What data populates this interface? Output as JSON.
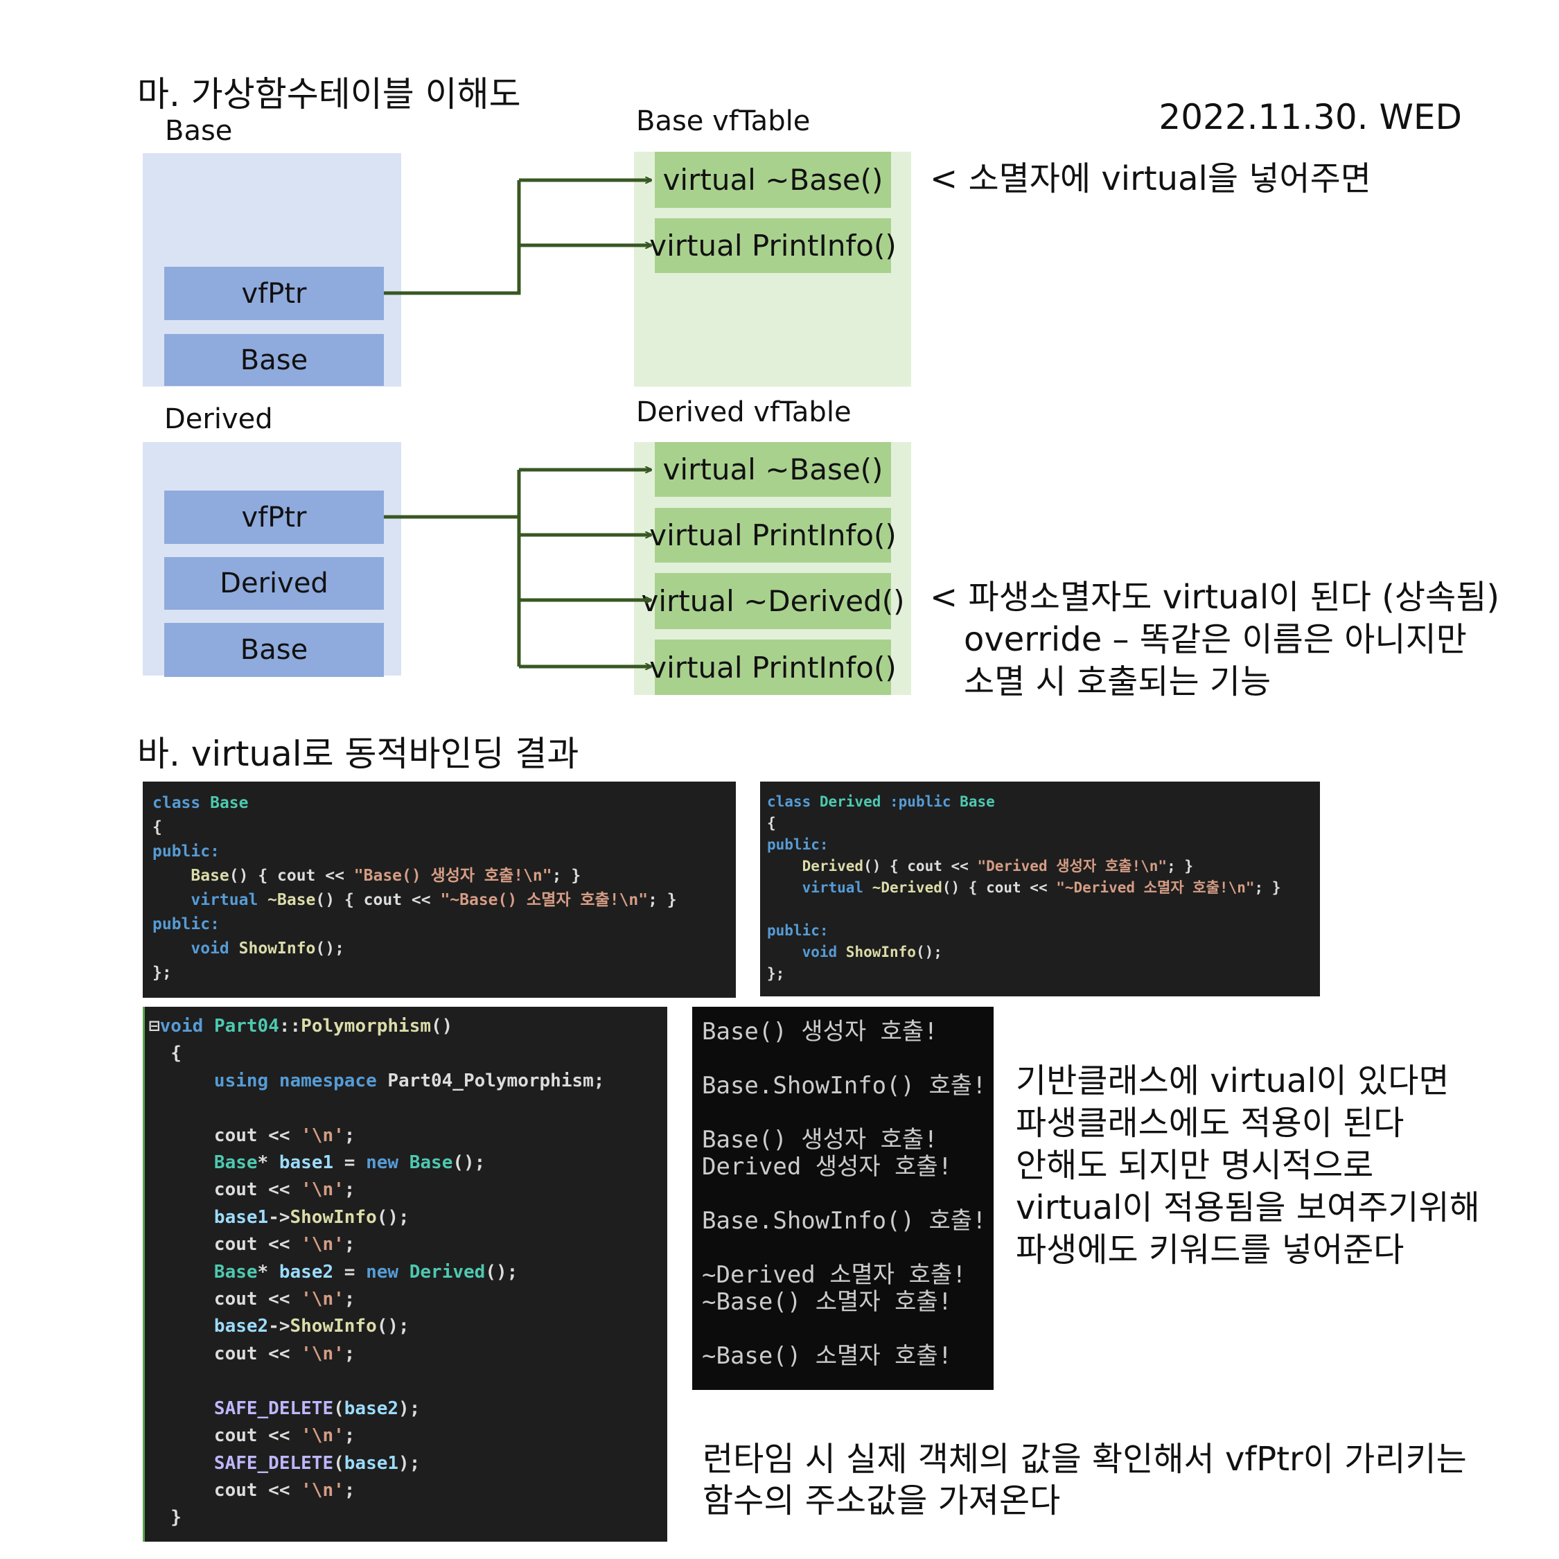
{
  "section_ma": {
    "title": "마. 가상함수테이블 이해도",
    "date": "2022.11.30. WED",
    "base_object": {
      "label": "Base",
      "fields": [
        "vfPtr",
        "Base"
      ]
    },
    "base_vftable": {
      "label": "Base vfTable",
      "entries": [
        "virtual ~Base()",
        "virtual PrintInfo()"
      ]
    },
    "derived_object": {
      "label": "Derived",
      "fields": [
        "vfPtr",
        "Derived",
        "Base"
      ]
    },
    "derived_vftable": {
      "label": "Derived vfTable",
      "entries": [
        "virtual ~Base()",
        "virtual PrintInfo()",
        "virtual ~Derived()",
        "virtual PrintInfo()"
      ]
    },
    "note_destructor": "< 소멸자에 virtual을 넣어주면",
    "note_derived": [
      "< 파생소멸자도 virtual이 된다 (상속됨)",
      "override – 똑같은 이름은 아니지만",
      "소멸 시 호출되는 기능"
    ]
  },
  "section_ba": {
    "title": "바. virtual로 동적바인딩 결과",
    "code_base": [
      [
        [
          "class ",
          "k"
        ],
        [
          "Base",
          "ty"
        ]
      ],
      [
        [
          "{",
          "p"
        ]
      ],
      [
        [
          "public:",
          "k"
        ]
      ],
      [
        [
          "    Base",
          "fn"
        ],
        [
          "() { cout << ",
          "p"
        ],
        [
          "\"Base() 생성자 호출!\\n\"",
          "s"
        ],
        [
          "; }",
          "p"
        ]
      ],
      [
        [
          "    virtual ",
          "k"
        ],
        [
          "~Base",
          "fn"
        ],
        [
          "() { cout << ",
          "p"
        ],
        [
          "\"~Base() 소멸자 호출!\\n\"",
          "s"
        ],
        [
          "; }",
          "p"
        ]
      ],
      [
        [
          "public:",
          "k"
        ]
      ],
      [
        [
          "    void ",
          "k"
        ],
        [
          "ShowInfo",
          "fn"
        ],
        [
          "();",
          "p"
        ]
      ],
      [
        [
          "};",
          "p"
        ]
      ]
    ],
    "code_derived": [
      [
        [
          "class ",
          "k"
        ],
        [
          "Derived ",
          "ty"
        ],
        [
          ":public ",
          "k"
        ],
        [
          "Base",
          "ty"
        ]
      ],
      [
        [
          "{",
          "p"
        ]
      ],
      [
        [
          "public:",
          "k"
        ]
      ],
      [
        [
          "    Derived",
          "fn"
        ],
        [
          "() { cout << ",
          "p"
        ],
        [
          "\"Derived 생성자 호출!\\n\"",
          "s"
        ],
        [
          "; }",
          "p"
        ]
      ],
      [
        [
          "    virtual ",
          "k"
        ],
        [
          "~Derived",
          "fn"
        ],
        [
          "() { cout << ",
          "p"
        ],
        [
          "\"~Derived 소멸자 호출!\\n\"",
          "s"
        ],
        [
          "; }",
          "p"
        ]
      ],
      [
        [
          "",
          ""
        ]
      ],
      [
        [
          "public:",
          "k"
        ]
      ],
      [
        [
          "    void ",
          "k"
        ],
        [
          "ShowInfo",
          "fn"
        ],
        [
          "();",
          "p"
        ]
      ],
      [
        [
          "};",
          "p"
        ]
      ]
    ],
    "code_main": [
      [
        [
          "⊟",
          "p"
        ],
        [
          "void ",
          "k"
        ],
        [
          "Part04",
          "ty"
        ],
        [
          "::",
          "p"
        ],
        [
          "Polymorphism",
          "fn"
        ],
        [
          "()",
          "p"
        ]
      ],
      [
        [
          "  {",
          "p"
        ]
      ],
      [
        [
          "      using namespace ",
          "k"
        ],
        [
          "Part04_Polymorphism",
          "p"
        ],
        [
          ";",
          "p"
        ]
      ],
      [
        [
          "",
          ""
        ]
      ],
      [
        [
          "      cout << ",
          "p"
        ],
        [
          "'\\n'",
          "s"
        ],
        [
          ";",
          "p"
        ]
      ],
      [
        [
          "      Base",
          "ty"
        ],
        [
          "* ",
          "p"
        ],
        [
          "base1",
          "v"
        ],
        [
          " = ",
          "p"
        ],
        [
          "new ",
          "k"
        ],
        [
          "Base",
          "ty"
        ],
        [
          "();",
          "p"
        ]
      ],
      [
        [
          "      cout << ",
          "p"
        ],
        [
          "'\\n'",
          "s"
        ],
        [
          ";",
          "p"
        ]
      ],
      [
        [
          "      base1",
          "v"
        ],
        [
          "->",
          "p"
        ],
        [
          "ShowInfo",
          "fn"
        ],
        [
          "();",
          "p"
        ]
      ],
      [
        [
          "      cout << ",
          "p"
        ],
        [
          "'\\n'",
          "s"
        ],
        [
          ";",
          "p"
        ]
      ],
      [
        [
          "      Base",
          "ty"
        ],
        [
          "* ",
          "p"
        ],
        [
          "base2",
          "v"
        ],
        [
          " = ",
          "p"
        ],
        [
          "new ",
          "k"
        ],
        [
          "Derived",
          "ty"
        ],
        [
          "();",
          "p"
        ]
      ],
      [
        [
          "      cout << ",
          "p"
        ],
        [
          "'\\n'",
          "s"
        ],
        [
          ";",
          "p"
        ]
      ],
      [
        [
          "      base2",
          "v"
        ],
        [
          "->",
          "p"
        ],
        [
          "ShowInfo",
          "fn"
        ],
        [
          "();",
          "p"
        ]
      ],
      [
        [
          "      cout << ",
          "p"
        ],
        [
          "'\\n'",
          "s"
        ],
        [
          ";",
          "p"
        ]
      ],
      [
        [
          "",
          ""
        ]
      ],
      [
        [
          "      SAFE_DELETE",
          "m"
        ],
        [
          "(",
          "p"
        ],
        [
          "base2",
          "v"
        ],
        [
          ");",
          "p"
        ]
      ],
      [
        [
          "      cout << ",
          "p"
        ],
        [
          "'\\n'",
          "s"
        ],
        [
          ";",
          "p"
        ]
      ],
      [
        [
          "      SAFE_DELETE",
          "m"
        ],
        [
          "(",
          "p"
        ],
        [
          "base1",
          "v"
        ],
        [
          ");",
          "p"
        ]
      ],
      [
        [
          "      cout << ",
          "p"
        ],
        [
          "'\\n'",
          "s"
        ],
        [
          ";",
          "p"
        ]
      ],
      [
        [
          "  }",
          "p"
        ]
      ]
    ],
    "console_output": [
      "Base() 생성자 호출!",
      "",
      "Base.ShowInfo() 호출!",
      "",
      "Base() 생성자 호출!",
      "Derived 생성자 호출!",
      "",
      "Base.ShowInfo() 호출!",
      "",
      "~Derived 소멸자 호출!",
      "~Base() 소멸자 호출!",
      "",
      "~Base() 소멸자 호출!"
    ],
    "note_explicit": [
      "기반클래스에 virtual이 있다면",
      "파생클래스에도 적용이 된다",
      "안해도 되지만 명시적으로",
      "virtual이 적용됨을 보여주기위해",
      "파생에도 키워드를 넣어준다"
    ],
    "note_runtime": [
      "런타임 시 실제 객체의 값을 확인해서 vfPtr이 가리키는",
      "함수의 주소값을 가져온다"
    ]
  },
  "colors": {
    "object_bg": "#dae3f3",
    "field": "#8faadc",
    "vftable_bg": "#e2f0d9",
    "vftable_entry": "#a9d18e",
    "arrow": "#385723"
  }
}
